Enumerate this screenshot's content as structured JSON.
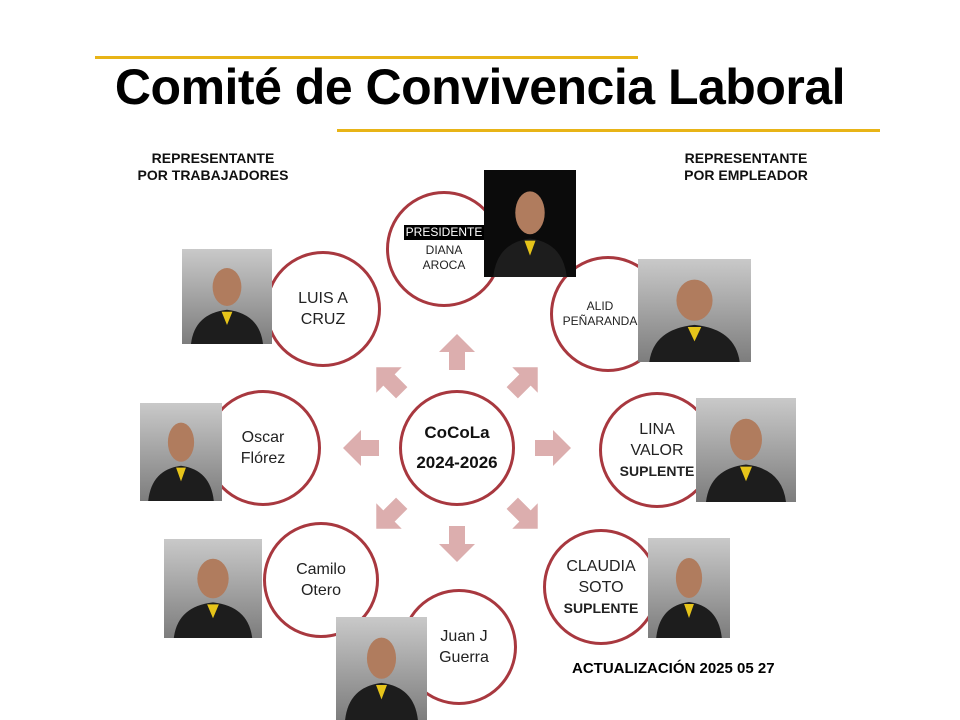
{
  "slide": {
    "title": "Comité de Convivencia Laboral",
    "accent_color": "#e8b417",
    "circle_border_color": "#a8383f",
    "arrow_color": "#dcaeae",
    "left_heading": [
      "REPRESENTANTE",
      "POR TRABAJADORES"
    ],
    "right_heading": [
      "REPRESENTANTE",
      "POR EMPLEADOR"
    ],
    "center": [
      "CoCoLa",
      "2024-2026"
    ],
    "members": {
      "diana": {
        "badge": "PRESIDENTE",
        "name": [
          "DIANA",
          "AROCA"
        ]
      },
      "alid": {
        "name": [
          "ALID",
          "PEÑARANDA"
        ]
      },
      "lina": {
        "name": [
          "LINA",
          "VALOR"
        ],
        "role": "SUPLENTE"
      },
      "claudia": {
        "name": [
          "CLAUDIA",
          "SOTO"
        ],
        "role": "SUPLENTE"
      },
      "juan": {
        "name": [
          "Juan J",
          "Guerra"
        ]
      },
      "camilo": {
        "name": [
          "Camilo",
          "Otero"
        ]
      },
      "oscar": {
        "name": [
          "Oscar",
          "Flórez"
        ]
      },
      "luis": {
        "name": [
          "LUIS A",
          "CRUZ"
        ]
      }
    },
    "update_note": "ACTUALIZACIÓN 2025 05 27"
  }
}
